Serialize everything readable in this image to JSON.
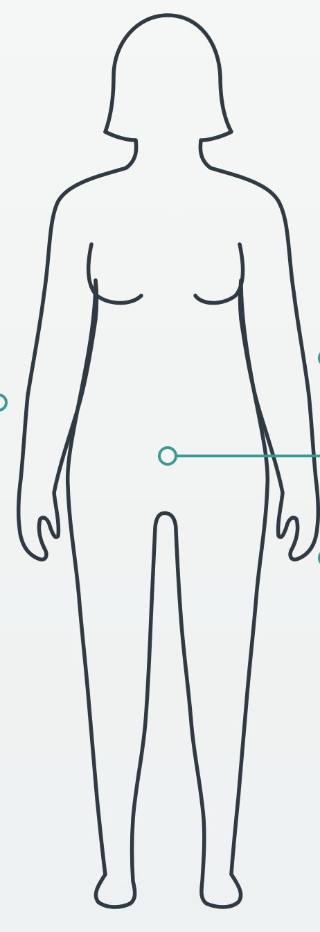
{
  "figure": {
    "icon": "female-body-outline-icon",
    "outline_color": "#2f3a42",
    "accent_color": "#3a9a8f",
    "background_color": "#f1f3f3"
  },
  "markers": [
    {
      "id": "left-edge-marker"
    },
    {
      "id": "pelvis-marker"
    },
    {
      "id": "right-edge-upper-marker"
    },
    {
      "id": "right-edge-lower-marker"
    }
  ]
}
